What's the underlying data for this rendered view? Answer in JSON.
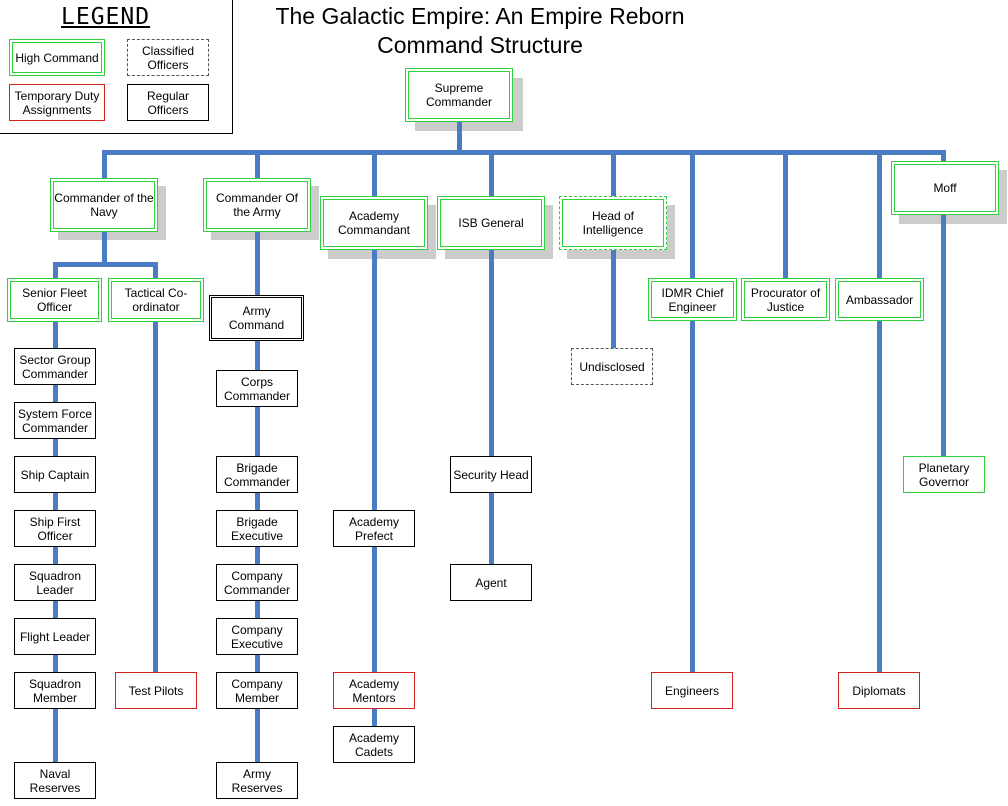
{
  "title": {
    "line1": "The Galactic Empire: An Empire Reborn",
    "line2": "Command Structure"
  },
  "legend": {
    "title": "LEGEND",
    "high_command": "High Command",
    "classified": "Classified Officers",
    "temporary": "Temporary Duty Assignments",
    "regular": "Regular Officers"
  },
  "colors": {
    "connector": "#4a7cc4",
    "high_command": "#2fd23a",
    "temporary": "#d62020",
    "shadow": "#cccccc"
  },
  "nodes": {
    "supreme": "Supreme Commander",
    "navy": "Commander of the Navy",
    "army": "Commander Of the Army",
    "academy": "Academy Commandant",
    "isb": "ISB General",
    "intel": "Head of Intelligence",
    "moff": "Moff",
    "senior_fleet": "Senior Fleet Officer",
    "tactical": "Tactical Co-ordinator",
    "army_command": "Army Command",
    "idmr": "IDMR Chief Engineer",
    "procurator": "Procurator of Justice",
    "ambassador": "Ambassador",
    "undisclosed": "Undisclosed",
    "sector_group": "Sector Group Commander",
    "system_force": "System Force Commander",
    "ship_captain": "Ship Captain",
    "ship_first": "Ship First Officer",
    "squadron_leader": "Squadron Leader",
    "flight_leader": "Flight Leader",
    "squadron_member": "Squadron Member",
    "naval_reserves": "Naval Reserves",
    "test_pilots": "Test Pilots",
    "corps": "Corps Commander",
    "brigade_cmd": "Brigade Commander",
    "brigade_exec": "Brigade Executive",
    "company_cmd": "Company Commander",
    "company_exec": "Company Executive",
    "company_member": "Company Member",
    "army_reserves": "Army Reserves",
    "academy_prefect": "Academy Prefect",
    "academy_mentors": "Academy Mentors",
    "academy_cadets": "Academy Cadets",
    "security_head": "Security Head",
    "agent": "Agent",
    "engineers": "Engineers",
    "diplomats": "Diplomats",
    "planetary_governor": "Planetary Governor"
  }
}
